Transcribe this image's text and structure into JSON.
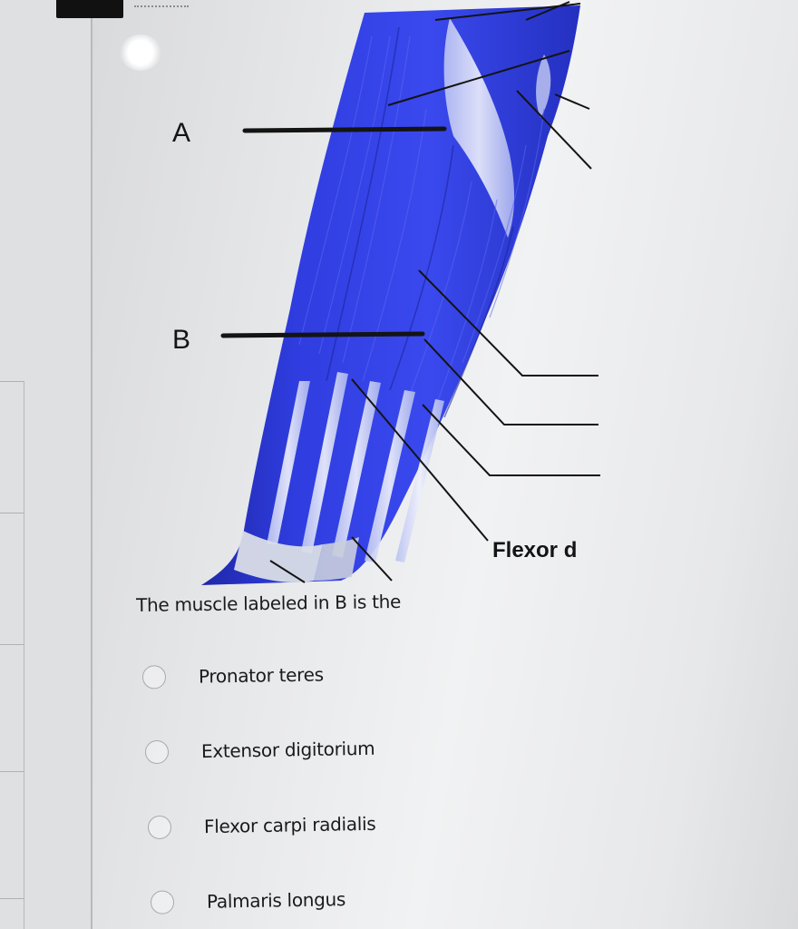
{
  "figure": {
    "label_a": "A",
    "label_b": "B",
    "partial_label": "Flexor d"
  },
  "question": {
    "text": "The muscle labeled in B is the"
  },
  "options": [
    {
      "label": "Pronator teres",
      "selected": false
    },
    {
      "label": "Extensor digitorium",
      "selected": false
    },
    {
      "label": "Flexor carpi radialis",
      "selected": false
    },
    {
      "label": "Palmaris longus",
      "selected": false
    }
  ],
  "colors": {
    "muscle": "#2f3de0",
    "muscle_dark": "#1f27a8",
    "tendon": "#d6dcf5",
    "leader_line": "#141414"
  }
}
